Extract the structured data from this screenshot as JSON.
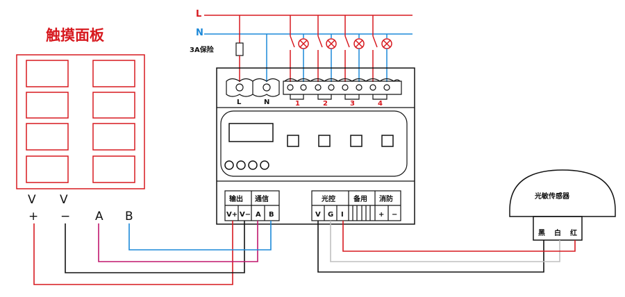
{
  "touch_panel": {
    "title": "触摸面板"
  },
  "power": {
    "line_label": "L",
    "neutral_label": "N",
    "fuse_label": "3A保险"
  },
  "module": {
    "power_terminals": [
      "L",
      "N"
    ],
    "output_channels": [
      "1",
      "2",
      "3",
      "4"
    ],
    "group_output": "输出",
    "group_comm": "通信",
    "output_terms": [
      "V+",
      "V−",
      "A",
      "B"
    ],
    "group_light": "光控",
    "group_spare": "备用",
    "group_fire": "消防",
    "light_terms": [
      "V",
      "G",
      "I"
    ],
    "fire_terms": [
      "+",
      "−"
    ]
  },
  "panel_wires": {
    "v_top": [
      "V",
      "V"
    ],
    "v_bottom": [
      "+",
      "−"
    ],
    "a": "A",
    "b": "B"
  },
  "sensor": {
    "name": "光敏传感器",
    "wires": [
      "黑",
      "白",
      "红"
    ]
  },
  "colors": {
    "red": "#d7191f",
    "blue": "#1b88d8",
    "magenta": "#c0176d",
    "black": "#111111"
  }
}
